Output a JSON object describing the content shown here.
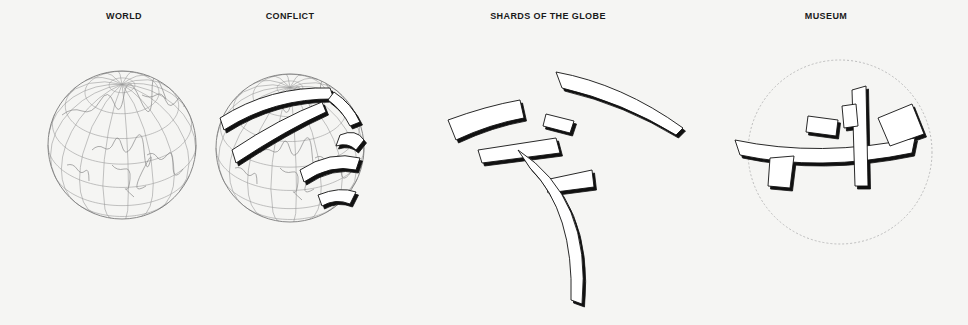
{
  "diagram": {
    "labels": [
      "WORLD",
      "CONFLICT",
      "SHARDS OF THE GLOBE",
      "MUSEUM"
    ]
  }
}
